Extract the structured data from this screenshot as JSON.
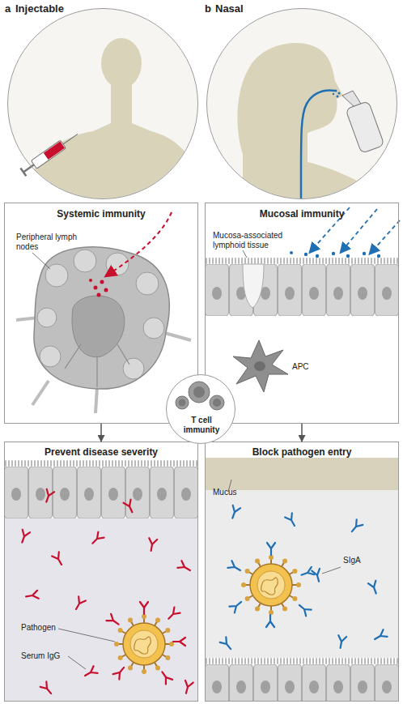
{
  "diagram": {
    "nodes": [
      {
        "text": [
          "a",
          "Injectable"
        ]
      },
      {
        "text": [
          "b",
          "Nasal"
        ]
      },
      {
        "text": [
          "Systemic immunity",
          "Peripheral lymph nodes"
        ]
      },
      {
        "text": [
          "Mucosal immunity",
          "Mucosa-associated lymphoid tissue",
          "APC"
        ]
      },
      {
        "text": [
          "T cell immunity"
        ]
      },
      {
        "text": [
          "Prevent disease severity",
          "Pathogen",
          "Serum IgG"
        ]
      },
      {
        "text": [
          "Block pathogen entry",
          "Mucus",
          "SIgA"
        ]
      }
    ],
    "edges": [
      {
        "from": 2,
        "to": 5,
        "arrow": "to"
      },
      {
        "from": 3,
        "to": 6,
        "arrow": "to"
      }
    ]
  }
}
